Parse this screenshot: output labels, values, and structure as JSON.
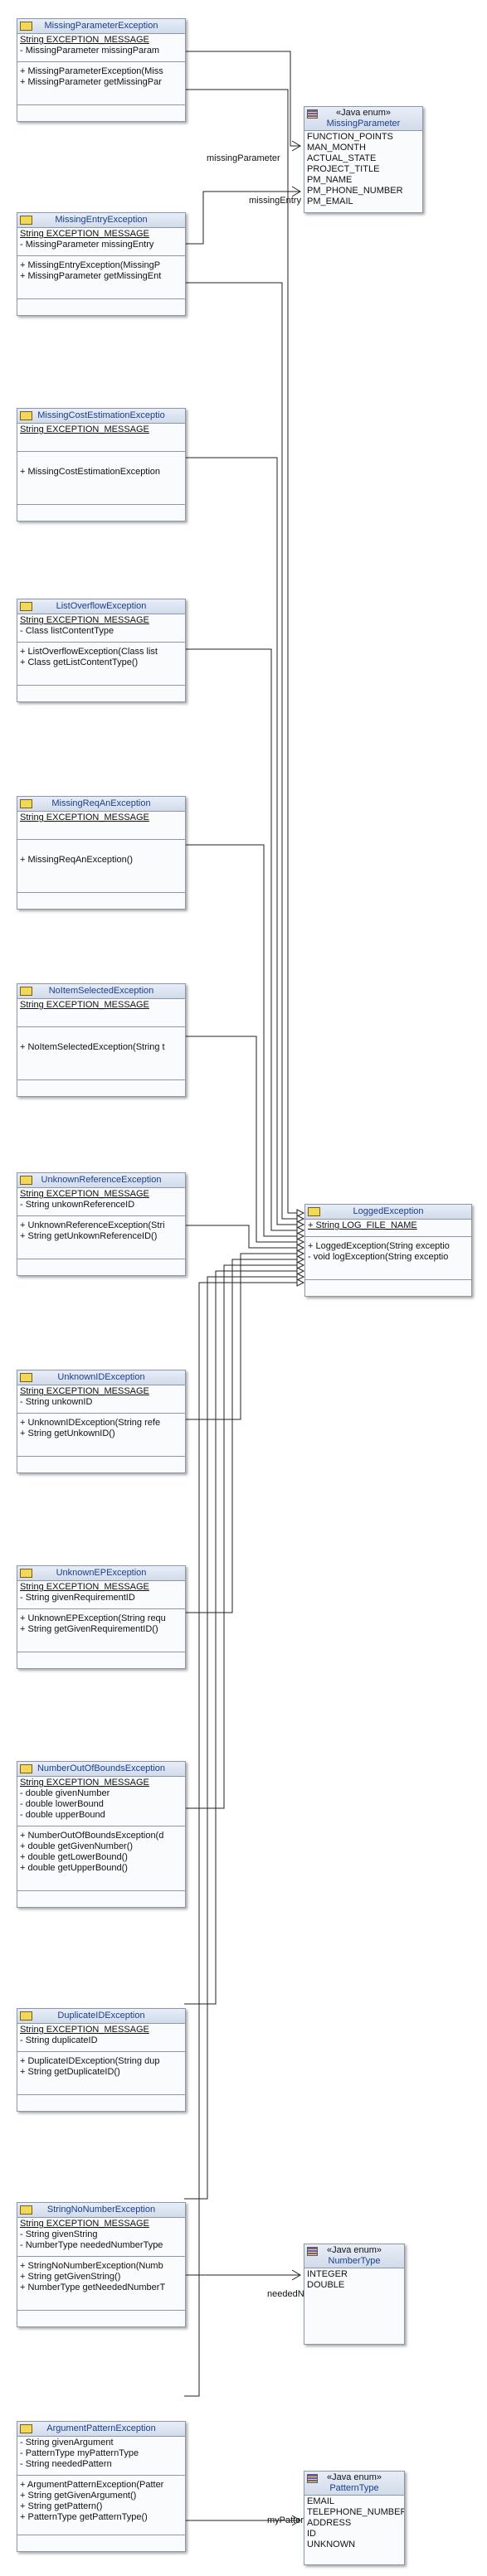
{
  "classes": {
    "missing_parameter_exception": {
      "name": "MissingParameterException",
      "attributes": [
        "String EXCEPTION_MESSAGE",
        "- MissingParameter missingParam"
      ],
      "operations": [
        "+ MissingParameterException(Miss",
        "+ MissingParameter getMissingPar"
      ]
    },
    "missing_entry_exception": {
      "name": "MissingEntryException",
      "attributes": [
        "String EXCEPTION_MESSAGE",
        "- MissingParameter missingEntry"
      ],
      "operations": [
        "+ MissingEntryException(MissingP",
        "+ MissingParameter getMissingEnt"
      ]
    },
    "missing_cost_estimation_exception": {
      "name": "MissingCostEstimationExceptio",
      "attributes": [
        "String EXCEPTION_MESSAGE"
      ],
      "operations": [
        "+ MissingCostEstimationException"
      ]
    },
    "list_overflow_exception": {
      "name": "ListOverflowException",
      "attributes": [
        "String EXCEPTION_MESSAGE",
        "- Class listContentType"
      ],
      "operations": [
        "+ ListOverflowException(Class list",
        "+ Class getListContentType()"
      ]
    },
    "missing_req_an_exception": {
      "name": "MissingReqAnException",
      "attributes": [
        "String EXCEPTION_MESSAGE"
      ],
      "operations": [
        "+ MissingReqAnException()"
      ]
    },
    "no_item_selected_exception": {
      "name": "NoItemSelectedException",
      "attributes": [
        "String EXCEPTION_MESSAGE"
      ],
      "operations": [
        "+ NoItemSelectedException(String t"
      ]
    },
    "unknown_reference_exception": {
      "name": "UnknownReferenceException",
      "attributes": [
        "String EXCEPTION_MESSAGE",
        "- String unkownReferenceID"
      ],
      "operations": [
        "+ UnknownReferenceException(Stri",
        "+ String getUnkownReferenceID()"
      ]
    },
    "unknown_id_exception": {
      "name": "UnknownIDException",
      "attributes": [
        "String EXCEPTION_MESSAGE",
        "- String unkownID"
      ],
      "operations": [
        "+ UnknownIDException(String refe",
        "+ String getUnkownID()"
      ]
    },
    "unknown_ep_exception": {
      "name": "UnknownEPException",
      "attributes": [
        "String EXCEPTION_MESSAGE",
        "- String givenRequirementID"
      ],
      "operations": [
        "+ UnknownEPException(String requ",
        "+ String getGivenRequirementID()"
      ]
    },
    "number_out_of_bounds_exception": {
      "name": "NumberOutOfBoundsException",
      "attributes": [
        "String EXCEPTION_MESSAGE",
        "- double givenNumber",
        "- double lowerBound",
        "- double upperBound"
      ],
      "operations": [
        "+ NumberOutOfBoundsException(d",
        "+ double getGivenNumber()",
        "+ double getLowerBound()",
        "+ double getUpperBound()"
      ]
    },
    "duplicate_id_exception": {
      "name": "DuplicateIDException",
      "attributes": [
        "String EXCEPTION_MESSAGE",
        "- String duplicateID"
      ],
      "operations": [
        "+ DuplicateIDException(String dup",
        "+ String getDuplicateID()"
      ]
    },
    "string_no_number_exception": {
      "name": "StringNoNumberException",
      "attributes": [
        "String EXCEPTION_MESSAGE",
        "- String givenString",
        "- NumberType neededNumberType"
      ],
      "operations": [
        "+ StringNoNumberException(Numb",
        "+ String getGivenString()",
        "+ NumberType getNeededNumberT"
      ]
    },
    "argument_pattern_exception": {
      "name": "ArgumentPatternException",
      "attributes": [
        "- String givenArgument",
        "- PatternType myPatternType",
        "- String neededPattern"
      ],
      "operations": [
        "+ ArgumentPatternException(Patter",
        "+ String getGivenArgument()",
        "+ String getPattern()",
        "+ PatternType getPatternType()"
      ]
    },
    "logged_exception": {
      "name": "LoggedException",
      "attributes": [
        "+ String LOG_FILE_NAME"
      ],
      "operations": [
        "+ LoggedException(String exceptio",
        "- void logException(String exceptio"
      ]
    }
  },
  "enums": {
    "missing_parameter": {
      "stereotype": "«Java enum»",
      "name": "MissingParameter",
      "literals": [
        "FUNCTION_POINTS",
        "MAN_MONTH",
        "ACTUAL_STATE",
        "PROJECT_TITLE",
        "PM_NAME",
        "PM_PHONE_NUMBER",
        "PM_EMAIL"
      ]
    },
    "number_type": {
      "stereotype": "«Java enum»",
      "name": "NumberType",
      "literals": [
        "INTEGER",
        "DOUBLE"
      ]
    },
    "pattern_type": {
      "stereotype": "«Java enum»",
      "name": "PatternType",
      "literals": [
        "EMAIL",
        "TELEPHONE_NUMBER",
        "ADDRESS",
        "ID",
        "UNKNOWN"
      ]
    }
  },
  "associations": {
    "missing_parameter": "missingParameter",
    "missing_entry": "missingEntry",
    "needed_number_type": "neededNumberType",
    "my_pattern_type": "myPatternType"
  }
}
